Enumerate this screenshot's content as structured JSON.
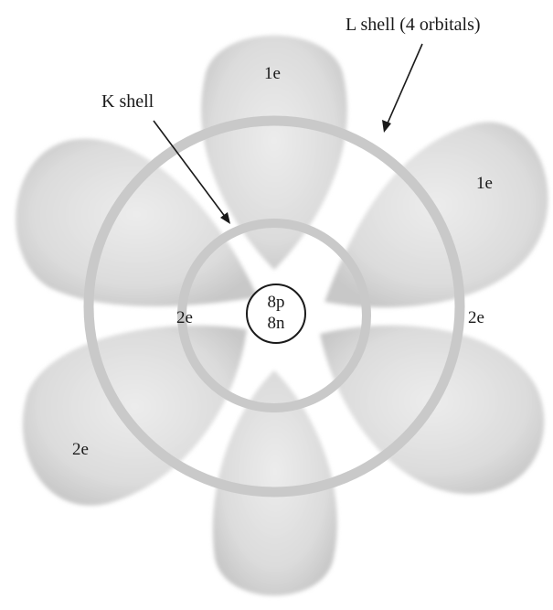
{
  "labels": {
    "l_shell": "L shell (4 orbitals)",
    "k_shell": "K shell",
    "nucleus_protons": "8p",
    "nucleus_neutrons": "8n",
    "lobe_top": "1e",
    "lobe_upper_right": "1e",
    "lobe_left": "2e",
    "lobe_right": "2e",
    "lobe_lower_left": "2e"
  },
  "colors": {
    "lobe_fill": "#d8d8d8",
    "lobe_edge": "#c4c4c4",
    "ring": "#c9c9c9",
    "ink": "#1a1a1a"
  }
}
